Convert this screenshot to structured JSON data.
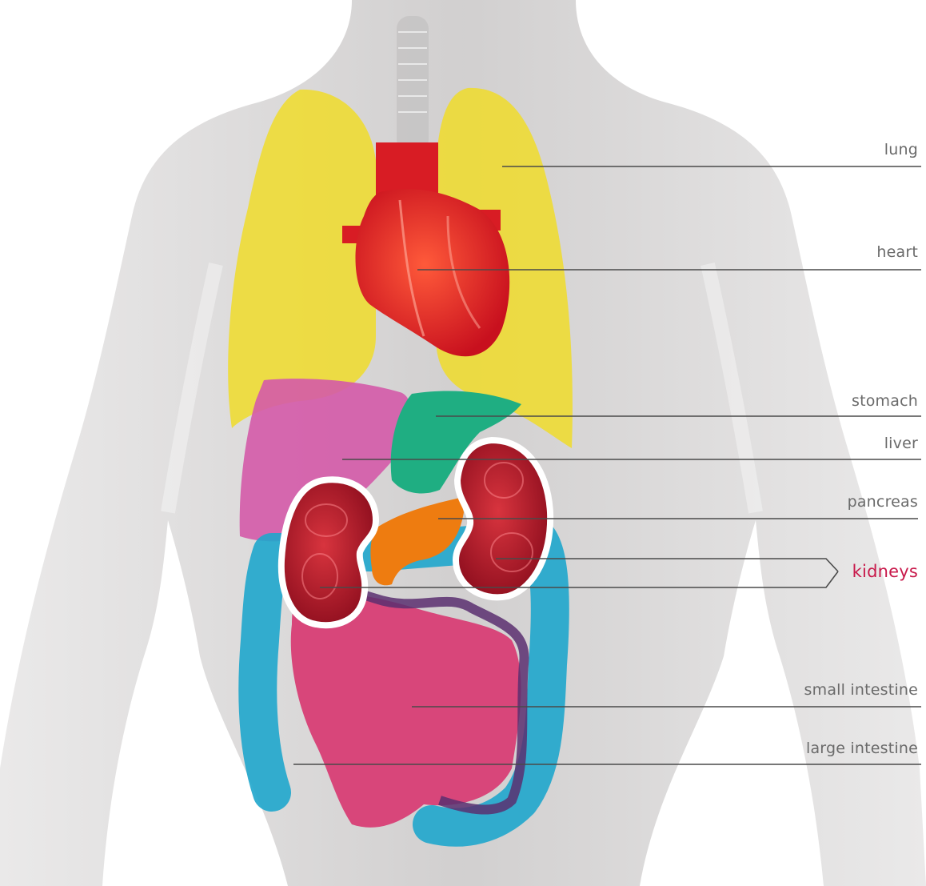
{
  "labels": {
    "lung": "lung",
    "heart": "heart",
    "stomach": "stomach",
    "liver": "liver",
    "pancreas": "pancreas",
    "kidneys": "kidneys",
    "small_intestine": "small intestine",
    "large_intestine": "large intestine"
  },
  "colors": {
    "label_text": "#6a6a6a",
    "leader_line": "#4a4a4a",
    "highlight": "#c8184a",
    "lung": "#f0dc2a",
    "heart": "#d81c24",
    "liver": "#d45aa8",
    "stomach": "#1fae82",
    "pancreas": "#ee7c10",
    "kidneys": "#b5142a",
    "small_intestine": "#d83a72",
    "large_intestine": "#1fa6cc",
    "body": "#d8d6d6"
  },
  "highlighted_organ": "kidneys"
}
